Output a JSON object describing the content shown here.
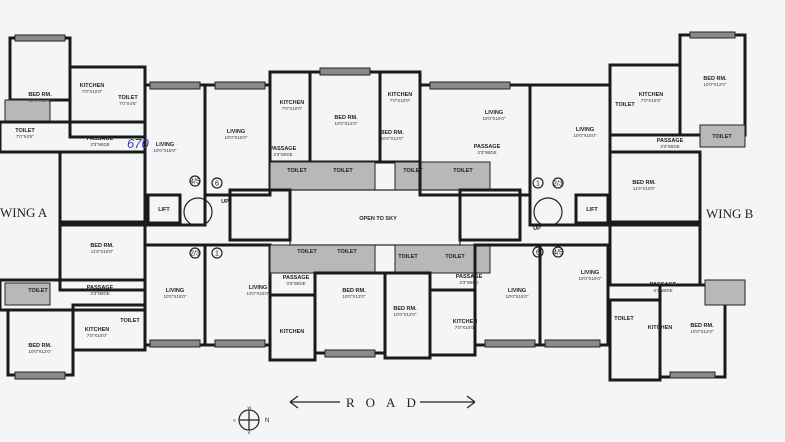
{
  "wings": {
    "left": "WING A",
    "right": "WING B"
  },
  "center": {
    "open_to_sky": "OPEN TO SKY",
    "lift": "LIFT",
    "up": "UP"
  },
  "annotation_handwritten": "670",
  "road": {
    "label": "ROAD"
  },
  "compass": {
    "w": "W",
    "s": "S",
    "n": "N",
    "e": "E"
  },
  "flat_numbers": [
    "4/5",
    "6",
    "1",
    "2/3"
  ],
  "rooms": [
    {
      "name": "BED RM.",
      "size": "10'0\"X12'0\""
    },
    {
      "name": "KITCHEN",
      "size": "7'0\"X10'0\""
    },
    {
      "name": "TOILET",
      "size": "7'0\"X4'6\""
    },
    {
      "name": "PASSAGE",
      "size": "3'3\"WIDE"
    },
    {
      "name": "LIVING",
      "size": "10'0\"X15'0\""
    },
    {
      "name": "BED RM.",
      "size": "11'6\"X10'0\""
    }
  ],
  "colors": {
    "walls": "#1a1a1a",
    "balcony": "#8a8a8a",
    "handwriting": "#3a3ab8",
    "paper": "#f4f5f7"
  }
}
